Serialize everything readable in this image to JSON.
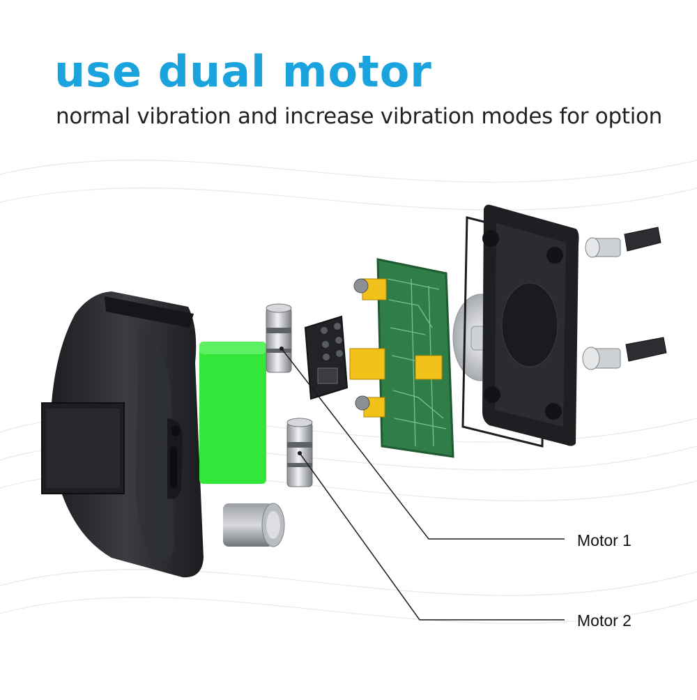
{
  "headline": "use dual motor",
  "subheadline": "normal vibration and increase vibration modes for option",
  "callouts": {
    "motor1": "Motor 1",
    "motor2": "Motor 2"
  },
  "colors": {
    "accent": "#1aa3dd",
    "housing": "#2a2b2e",
    "battery": "#33e63a",
    "pcb": "#2f7d47",
    "connector": "#f2c21b"
  }
}
